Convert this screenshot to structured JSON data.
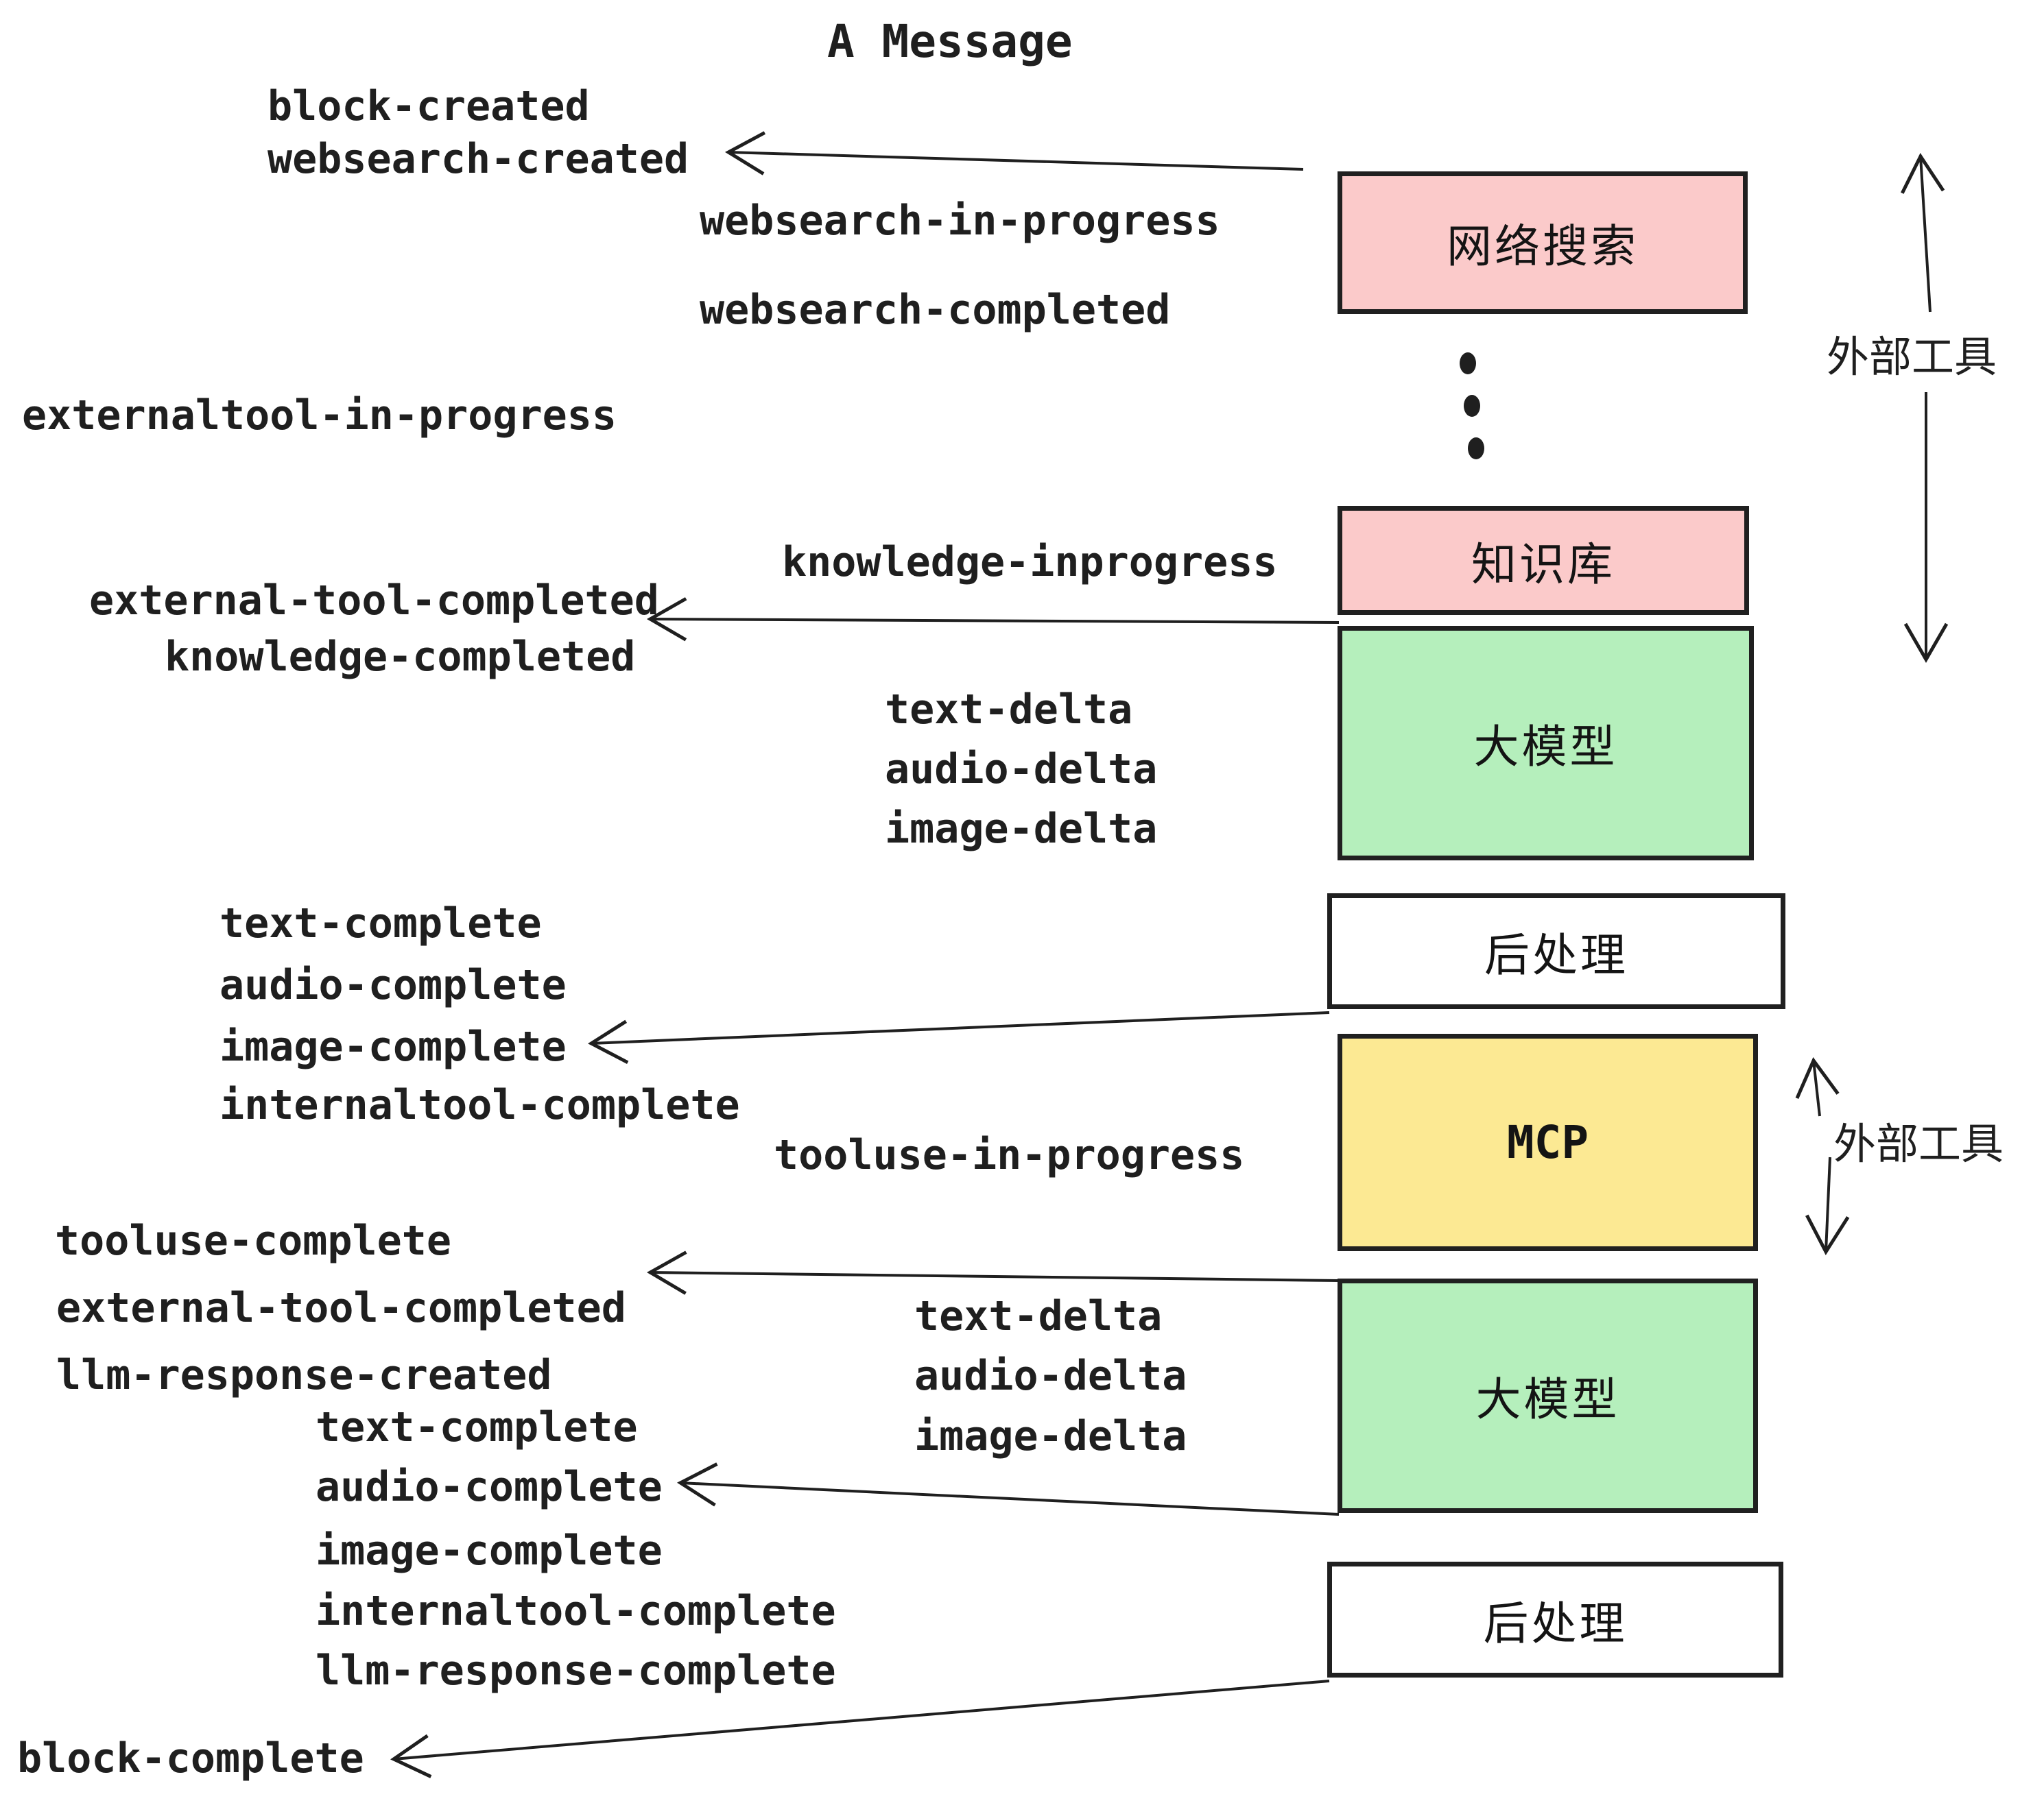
{
  "title": "A Message",
  "events": {
    "block_created": "block-created",
    "websearch_created": "websearch-created",
    "websearch_in_progress": "websearch-in-progress",
    "websearch_completed": "websearch-completed",
    "externaltool_in_progress": "externaltool-in-progress",
    "knowledge_inprogress": "knowledge-inprogress",
    "external_tool_completed_1": "external-tool-completed",
    "knowledge_completed": "knowledge-completed",
    "text_delta_1": "text-delta",
    "audio_delta_1": "audio-delta",
    "image_delta_1": "image-delta",
    "text_complete_1": "text-complete",
    "audio_complete_1": "audio-complete",
    "image_complete_1": "image-complete",
    "internaltool_complete_1": "internaltool-complete",
    "tooluse_in_progress": "tooluse-in-progress",
    "tooluse_complete": "tooluse-complete",
    "external_tool_completed_2": "external-tool-completed",
    "llm_response_created": "llm-response-created",
    "text_delta_2": "text-delta",
    "audio_delta_2": "audio-delta",
    "image_delta_2": "image-delta",
    "text_complete_2": "text-complete",
    "audio_complete_2": "audio-complete",
    "image_complete_2": "image-complete",
    "internaltool_complete_2": "internaltool-complete",
    "llm_response_complete": "llm-response-complete",
    "block_complete": "block-complete"
  },
  "boxes": [
    {
      "id": "websearch",
      "label": "网络搜索",
      "fill": "#fbcaca"
    },
    {
      "id": "knowledge",
      "label": "知识库",
      "fill": "#fbcaca"
    },
    {
      "id": "llm-1",
      "label": "大模型",
      "fill": "#b5efbc"
    },
    {
      "id": "postprocess-1",
      "label": "后处理",
      "fill": "#ffffff"
    },
    {
      "id": "mcp",
      "label": "MCP",
      "fill": "#fce993"
    },
    {
      "id": "llm-2",
      "label": "大模型",
      "fill": "#b5efbc"
    },
    {
      "id": "postprocess-2",
      "label": "后处理",
      "fill": "#ffffff"
    }
  ],
  "annotations": {
    "external_tools_top": "外部工具",
    "external_tools_bottom": "外部工具"
  },
  "colors": {
    "pink_box": "#fbcaca",
    "green_box": "#b5efbc",
    "yellow_box": "#fce993",
    "white_box": "#ffffff",
    "stroke": "#1f1f1f",
    "background": "#ffffff"
  },
  "icons": {
    "vertical_ellipsis": "vertical-ellipsis"
  }
}
